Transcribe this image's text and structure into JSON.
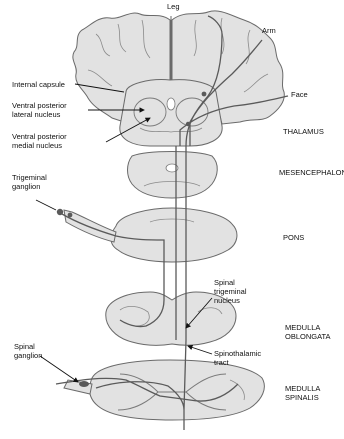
{
  "labels": {
    "leg": "Leg",
    "arm": "Arm",
    "face": "Face",
    "internal_capsule": "Internal capsule",
    "vpl_1": "Ventral posterior",
    "vpl_2": "lateral nucleus",
    "vpm_1": "Ventral posterior",
    "vpm_2": "medial nucleus",
    "trigeminal_1": "Trigeminal",
    "trigeminal_2": "ganglion",
    "spinal_trig_1": "Spinal",
    "spinal_trig_2": "trigeminal",
    "spinal_trig_3": "nucleus",
    "spinothalamic_1": "Spinothalamic",
    "spinothalamic_2": "tract",
    "spinal_ganglion_1": "Spinal",
    "spinal_ganglion_2": "ganglion"
  },
  "regions": {
    "thalamus": "THALAMUS",
    "mesencephalon": "MESENCEPHALON",
    "pons": "PONS",
    "medulla_oblongata_1": "MEDULLA",
    "medulla_oblongata_2": "OBLONGATA",
    "medulla_spinalis_1": "MEDULLA",
    "medulla_spinalis_2": "SPINALIS"
  },
  "colors": {
    "tissue": "#e2e2e2",
    "outline": "#6a6a6a",
    "pathway": "#5a5a5a",
    "text": "#111111"
  }
}
